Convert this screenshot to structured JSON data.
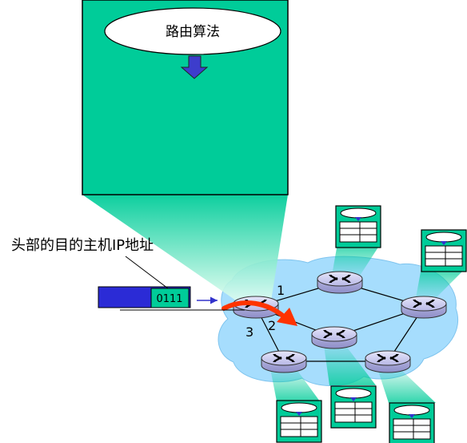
{
  "router_box": {
    "algorithm_label": "路由算法"
  },
  "header_annotation": "头部的目的主机IP地址",
  "packet": {
    "header_value": "0111"
  },
  "link_labels": [
    "1",
    "2",
    "3"
  ],
  "colors": {
    "router_box_fill": "#00cc99",
    "network_cloud": "#9fdcff",
    "packet_body": "#2b2bd6",
    "arrow_blue": "#3333cc",
    "arrow_red": "#ff3300",
    "router_body": "#c9c9ee",
    "table_fill": "#ffffff"
  }
}
